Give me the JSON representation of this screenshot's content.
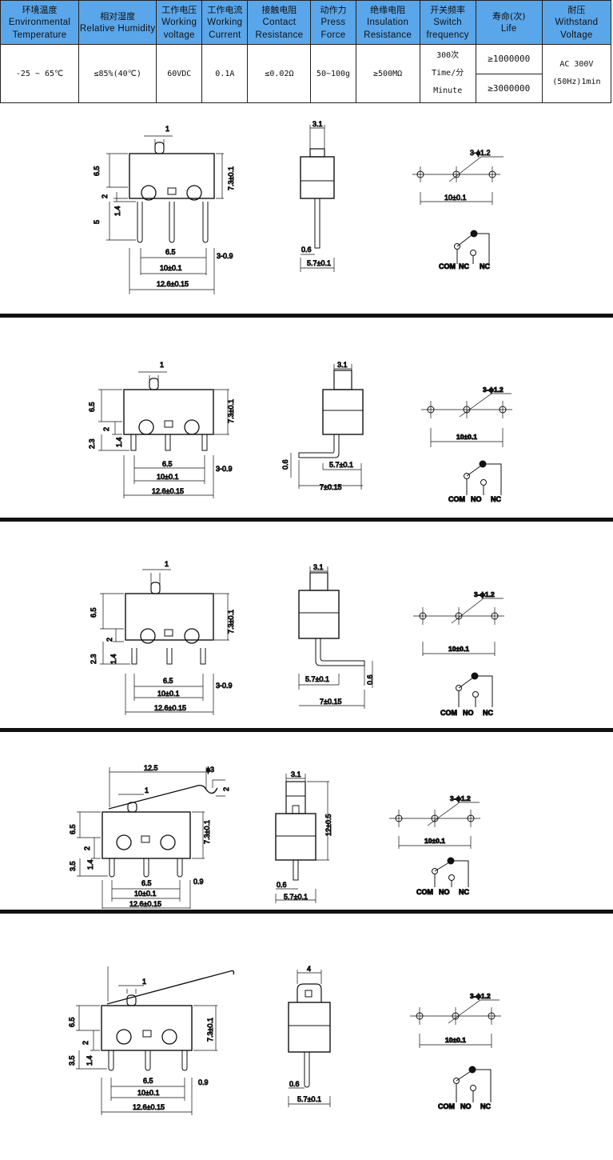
{
  "spec_table": {
    "headers": [
      {
        "cn": "环境温度",
        "en": "Environmental Temperature"
      },
      {
        "cn": "相对湿度",
        "en": "Relative Humidity"
      },
      {
        "cn": "工作电压",
        "en": "Working voltage"
      },
      {
        "cn": "工作电流",
        "en": "Working Current"
      },
      {
        "cn": "接触电阻",
        "en": "Contact Resistance"
      },
      {
        "cn": "动作力",
        "en": "Press Force"
      },
      {
        "cn": "绝缘电阻",
        "en": "Insulation Resistance"
      },
      {
        "cn": "开关频率",
        "en": "Switch frequency"
      },
      {
        "cn": "寿命(次)",
        "en": "Life"
      },
      {
        "cn": "耐压",
        "en": "Withstand Voltage"
      }
    ],
    "values": {
      "temperature": "-25 ~ 65℃",
      "humidity": "≤85%(40℃)",
      "voltage": "60VDC",
      "current": "0.1A",
      "contact_resistance": "≤0.02Ω",
      "press_force": "50~100g",
      "insulation": "≥500MΩ",
      "frequency_line1": "300次",
      "frequency_line2": "Time/分",
      "frequency_line3": "Minute",
      "life_1": "≥1000000",
      "life_2": "≥3000000",
      "withstand_line1": "AC 300V",
      "withstand_line2": "(50Hz)1min"
    }
  },
  "panels": [
    {
      "side_dims": [
        "1",
        "6.5",
        "2",
        "1.4",
        "5",
        "7.3±0.1",
        "6.5",
        "3-0.9",
        "10±0.1",
        "12.6±0.15"
      ],
      "top_dims": [
        "3.1",
        "0.6",
        "5.7±0.1"
      ],
      "pcb": {
        "hole_label": "3-ϕ1.2",
        "pitch": "10±0.1"
      },
      "terminals": {
        "com": "COM",
        "no": "NC",
        "nc": "NC"
      }
    },
    {
      "side_dims": [
        "1",
        "6.5",
        "2",
        "2.3",
        "1.4",
        "7.3±0.1",
        "6.5",
        "3-0.9",
        "10±0.1",
        "12.6±0.15"
      ],
      "top_dims": [
        "3.1",
        "0.6",
        "5.7±0.1",
        "7±0.15"
      ],
      "pcb": {
        "hole_label": "3-ϕ1.2",
        "pitch": "10±0.1"
      },
      "terminals": {
        "com": "COM",
        "no": "NO",
        "nc": "NC"
      }
    },
    {
      "side_dims": [
        "1",
        "6.5",
        "2",
        "2.3",
        "1.4",
        "7.3±0.1",
        "6.5",
        "3-0.9",
        "10±0.1",
        "12.6±0.15"
      ],
      "top_dims": [
        "3.1",
        "0.6",
        "5.7±0.1",
        "7±0.15"
      ],
      "pcb": {
        "hole_label": "3-ϕ1.2",
        "pitch": "10±0.1"
      },
      "terminals": {
        "com": "COM",
        "no": "NO",
        "nc": "NC"
      }
    },
    {
      "side_dims": [
        "12.5",
        "ϕ3",
        "2",
        "1",
        "6.5",
        "2",
        "3.5",
        "1.4",
        "7.3±0.1",
        "6.5",
        "0.9",
        "10±0.1",
        "12.6±0.15"
      ],
      "top_dims": [
        "3.1",
        "12±0.5",
        "0.6",
        "5.7±0.1"
      ],
      "pcb": {
        "hole_label": "3-ϕ1.2",
        "pitch": "10±0.1"
      },
      "terminals": {
        "com": "COM",
        "no": "NO",
        "nc": "NC"
      }
    },
    {
      "side_dims": [
        "1",
        "6.5",
        "2",
        "3.5",
        "1.4",
        "7.3±0.1",
        "6.5",
        "0.9",
        "10±0.1",
        "12.6±0.15"
      ],
      "top_dims": [
        "4",
        "0.6",
        "5.7±0.1"
      ],
      "pcb": {
        "hole_label": "3-ϕ1.2",
        "pitch": "10±0.1"
      },
      "terminals": {
        "com": "COM",
        "no": "NO",
        "nc": "NC"
      }
    }
  ]
}
